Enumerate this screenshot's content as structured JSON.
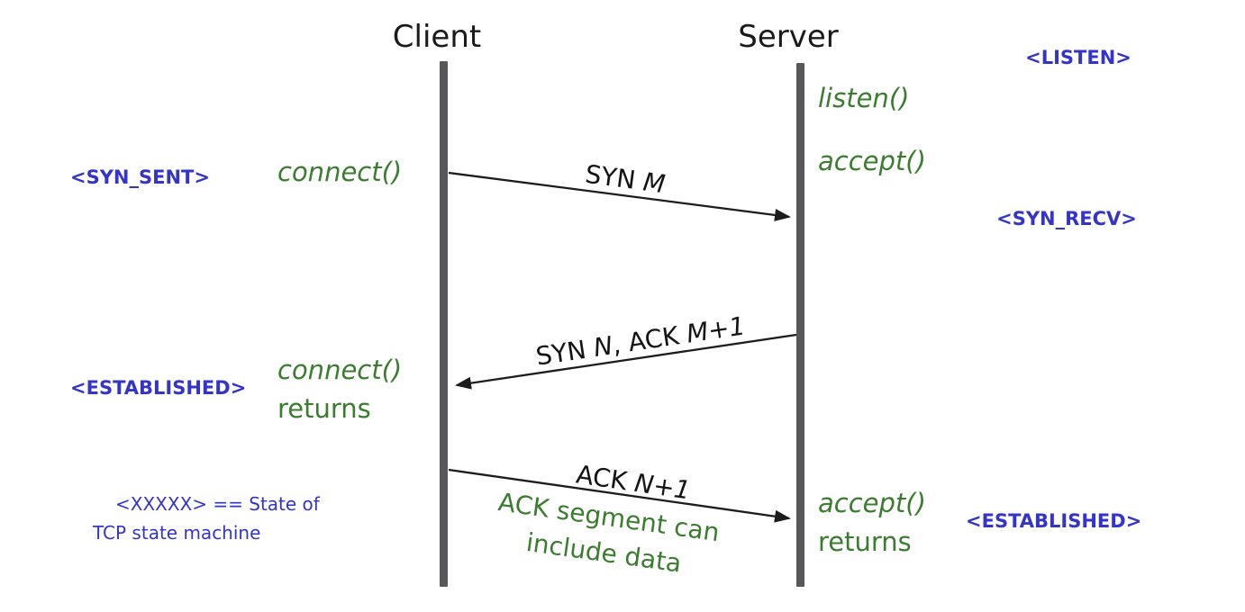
{
  "lifelines": {
    "client_label": "Client",
    "server_label": "Server"
  },
  "states": {
    "listen": "<LISTEN>",
    "syn_sent": "<SYN_SENT>",
    "syn_recv": "<SYN_RECV>",
    "established_client": "<ESTABLISHED>",
    "established_server": "<ESTABLISHED>"
  },
  "calls": {
    "listen": "listen()",
    "accept": "accept()",
    "connect": "connect()",
    "connect_returns": {
      "func": "connect()",
      "word": "returns"
    },
    "accept_returns": {
      "func": "accept()",
      "word": "returns"
    }
  },
  "messages": {
    "syn": {
      "pre": "SYN ",
      "var": "M"
    },
    "syn_ack": {
      "p1": "SYN ",
      "v1": "N",
      "p2": ", ACK ",
      "v2": "M+1"
    },
    "ack": {
      "pre": "ACK ",
      "var": "N+1"
    }
  },
  "annotations": {
    "ack_note_line1": "ACK segment can",
    "ack_note_line2": "include data",
    "legend_line1": "<XXXXX> == State of",
    "legend_line2": "TCP state machine"
  },
  "colors": {
    "state_blue": "#3434c9",
    "call_green": "#3a7d2e",
    "arrow_black": "#1c1c1c",
    "lifeline_gray": "#58585b"
  }
}
